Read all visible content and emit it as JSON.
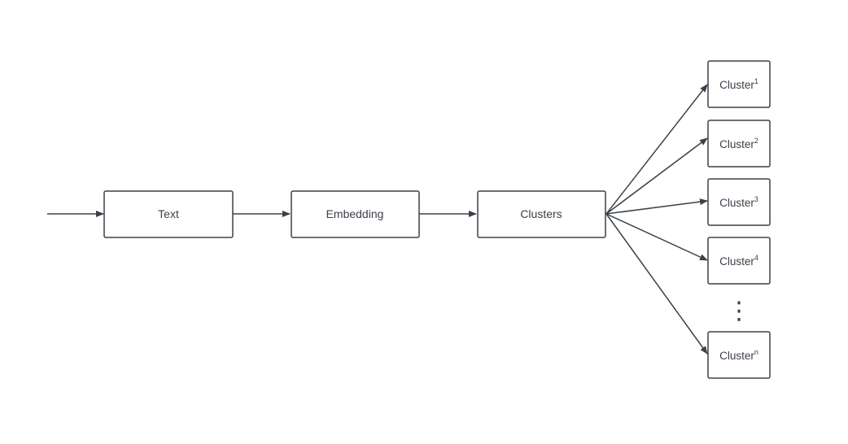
{
  "colors": {
    "stroke": "#3b4049",
    "text": "#3b4049",
    "background": "#ffffff"
  },
  "pipeline": {
    "text_label": "Text",
    "embedding_label": "Embedding",
    "clusters_label": "Clusters"
  },
  "clusters": [
    {
      "base": "Cluster",
      "sup": "1"
    },
    {
      "base": "Cluster",
      "sup": "2"
    },
    {
      "base": "Cluster",
      "sup": "3"
    },
    {
      "base": "Cluster",
      "sup": "4"
    },
    {
      "base": "Cluster",
      "sup": "n"
    }
  ],
  "ellipsis": "⋮"
}
